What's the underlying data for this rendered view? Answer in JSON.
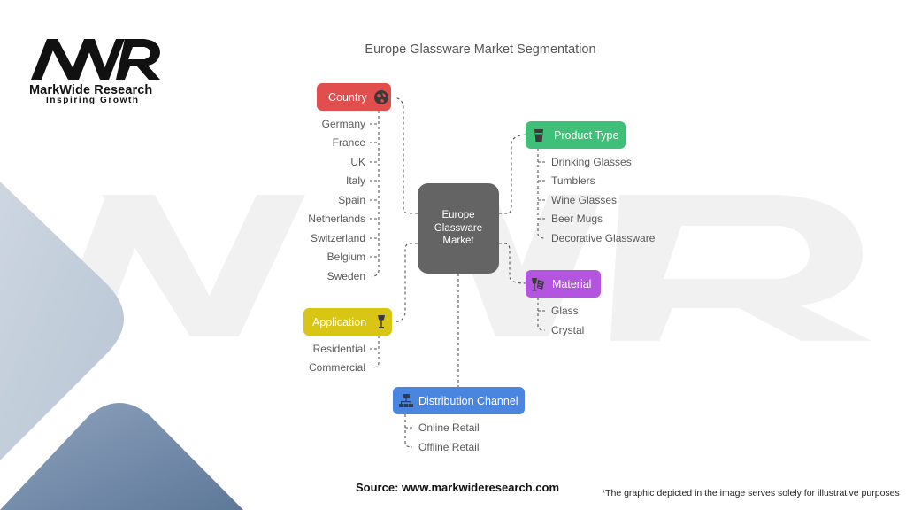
{
  "brand": {
    "logo_text": "MWR",
    "name": "MarkWide Research",
    "tagline": "Inspiring Growth"
  },
  "title": "Europe Glassware Market Segmentation",
  "center": {
    "lines": [
      "Europe",
      "Glassware",
      "Market"
    ]
  },
  "segments": [
    {
      "id": "country",
      "label": "Country",
      "icon": "globe-icon",
      "color": "#e04e4e",
      "items": [
        "Germany",
        "France",
        "UK",
        "Italy",
        "Spain",
        "Netherlands",
        "Switzerland",
        "Belgium",
        "Sweden"
      ]
    },
    {
      "id": "product-type",
      "label": "Product Type",
      "icon": "glass-cup-icon",
      "color": "#3fbf78",
      "items": [
        "Drinking Glasses",
        "Tumblers",
        "Wine Glasses",
        "Beer Mugs",
        "Decorative Glassware"
      ]
    },
    {
      "id": "material",
      "label": "Material",
      "icon": "glasses-material-icon",
      "color": "#b455e0",
      "items": [
        "Glass",
        "Crystal"
      ]
    },
    {
      "id": "application",
      "label": "Application",
      "icon": "wine-glass-icon",
      "color": "#d9c514",
      "items": [
        "Residential",
        "Commercial"
      ]
    },
    {
      "id": "distribution-channel",
      "label": "Distribution Channel",
      "icon": "hierarchy-icon",
      "color": "#4a86e0",
      "items": [
        "Online Retail",
        "Offline Retail"
      ]
    }
  ],
  "footer": {
    "source": "Source: www.markwideresearch.com",
    "disclaimer": "*The graphic depicted in the image serves solely for illustrative purposes"
  }
}
